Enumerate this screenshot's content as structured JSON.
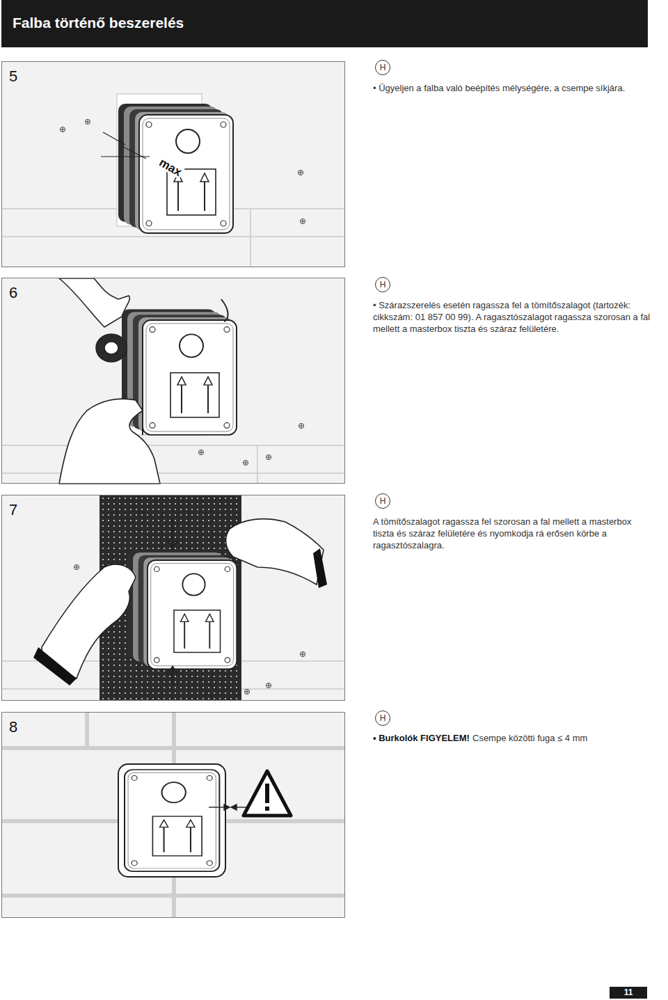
{
  "diagram": {
    "title": "Falba történő beszerelés",
    "nodes": [
      {
        "text": [
          "5"
        ]
      },
      {
        "text": [
          "6"
        ]
      },
      {
        "text": [
          "7"
        ]
      },
      {
        "text": [
          "8"
        ]
      }
    ],
    "labels": [
      "max",
      "H",
      "• Ügyeljen a falba való beépítés mélységére, a csempe síkjára.",
      "H",
      "• Szárazszerelés esetén ragassza fel a tömítőszalagot (tartozék: cikkszám: 01 857 00 99). A ragasztószalagot ragassza szorosan a fal mellett a masterbox tiszta és száraz felületére.",
      "H",
      "A tömítőszalagot ragassza fel szorosan a fal mellett a masterbox tiszta és száraz felületére és nyomkodja rá erősen körbe a ragasztószalagra.",
      "H",
      "• Burkolók FIGYELEM!",
      "Csempe közötti fuga ≤ 4 mm",
      "11"
    ]
  }
}
